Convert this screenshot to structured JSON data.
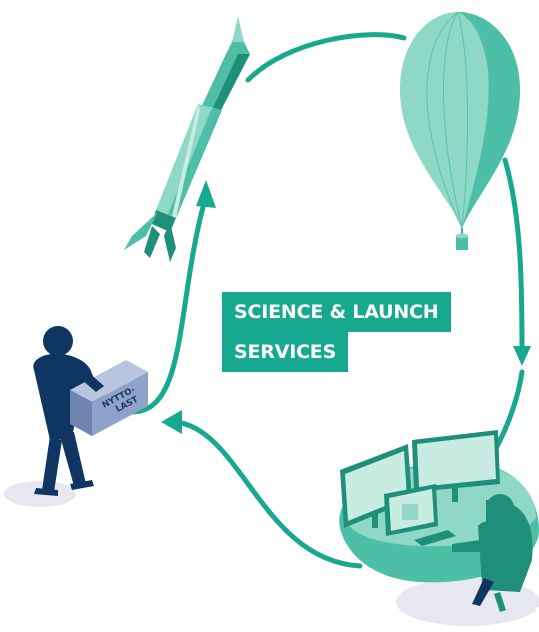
{
  "label": {
    "line1": "SCIENCE & LAUNCH",
    "line2": "SERVICES"
  },
  "payload_box": {
    "line1": "NYTTO-",
    "line2": "LAST"
  },
  "colors": {
    "accent": "#17a98f",
    "teal_light": "#8fd8c6",
    "teal_mid": "#4cbfa6",
    "teal_dark": "#1f8f7a",
    "navy": "#0f3563",
    "box_face": "#8fa2c9",
    "box_top": "#b9c5de",
    "box_side": "#6f84b0",
    "shadow": "#e6e7f0"
  },
  "icons": [
    "rocket-icon",
    "balloon-icon",
    "person-carrying-box-icon",
    "operator-workstation-icon",
    "arrow-icon"
  ]
}
